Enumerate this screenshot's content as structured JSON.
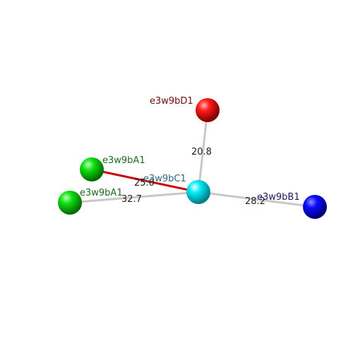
{
  "nodes": [
    {
      "id": "D1",
      "label": "e3w9bD1",
      "color": "#ff0000",
      "label_color": "#6b0f0f"
    },
    {
      "id": "A1a",
      "label": "e3w9bA1",
      "color": "#00d000",
      "label_color": "#1f6a1f"
    },
    {
      "id": "A1b",
      "label": "e3w9bA1",
      "color": "#00d000",
      "label_color": "#1f6a1f"
    },
    {
      "id": "C1",
      "label": "e3w9bC1",
      "color": "#00e5f0",
      "label_color": "#2a6a78"
    },
    {
      "id": "B1",
      "label": "e3w9bB1",
      "color": "#0000ee",
      "label_color": "#1b1b5a"
    }
  ],
  "edges": [
    {
      "from": "D1",
      "to": "C1",
      "label": "20.8",
      "color": "#bbbbbb"
    },
    {
      "from": "A1a",
      "to": "C1",
      "label": "25.0",
      "color": "#cc0000"
    },
    {
      "from": "A1b",
      "to": "C1",
      "label": "32.7",
      "color": "#bbbbbb"
    },
    {
      "from": "C1",
      "to": "B1",
      "label": "28.2",
      "color": "#bbbbbb"
    }
  ]
}
